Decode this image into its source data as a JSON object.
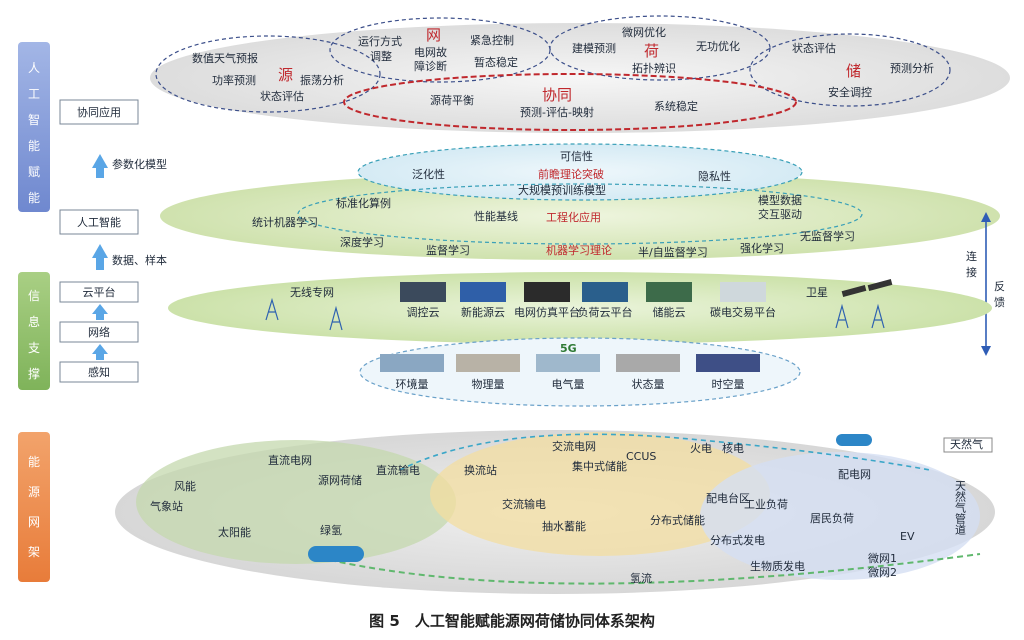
{
  "side_labels": {
    "ai": [
      "人",
      "工",
      "智",
      "能",
      "赋",
      "能"
    ],
    "info": [
      "信",
      "息",
      "支",
      "撑"
    ],
    "energy": [
      "能",
      "源",
      "网",
      "架"
    ]
  },
  "boxes": {
    "coop_app": "协同应用",
    "ai": "人工智能",
    "cloud": "云平台",
    "network": "网络",
    "sensing": "感知"
  },
  "arrow_labels": {
    "param_model": "参数化模型",
    "data_sample": "数据、样本"
  },
  "feedback": {
    "connect": [
      "连",
      "接"
    ],
    "feedback": [
      "反",
      "馈"
    ]
  },
  "top_layer": {
    "source": {
      "title": "源",
      "items": [
        "数值天气预报",
        "功率预测",
        "振荡分析",
        "状态评估"
      ]
    },
    "grid": {
      "title": "网",
      "items": [
        "运行方式",
        "调整",
        "电网故",
        "障诊断",
        "紧急控制",
        "暂态稳定"
      ]
    },
    "load": {
      "title": "荷",
      "items": [
        "微网优化",
        "建模预测",
        "无功优化",
        "拓扑辨识"
      ]
    },
    "storage": {
      "title": "储",
      "items": [
        "状态评估",
        "预测分析",
        "安全调控"
      ]
    },
    "coop": {
      "title": "协同",
      "items": [
        "源荷平衡",
        "预测-评估-映射",
        "系统稳定"
      ]
    }
  },
  "ai_layer": {
    "frontier": [
      "可信性",
      "前瞻理论突破",
      "泛化性",
      "隐私性",
      "大规模预训练模型"
    ],
    "engineering": [
      "标准化算例",
      "性能基线",
      "工程化应用",
      "模型数据",
      "交互驱动"
    ],
    "ml": [
      "统计机器学习",
      "深度学习",
      "监督学习",
      "机器学习理论",
      "半/自监督学习",
      "强化学习",
      "无监督学习"
    ]
  },
  "cloud_layer": {
    "wireless": "无线专网",
    "satellite": "卫星",
    "items": [
      "调控云",
      "新能源云",
      "电网仿真平台",
      "负荷云平台",
      "储能云",
      "碳电交易平台"
    ],
    "fiveg": "5G"
  },
  "sensing_layer": {
    "items": [
      "环境量",
      "物理量",
      "电气量",
      "状态量",
      "时空量"
    ]
  },
  "energy_layer": {
    "labels": [
      "直流电网",
      "风能",
      "源网荷储",
      "气象站",
      "太阳能",
      "直流输电",
      "换流站",
      "交流电网",
      "集中式储能",
      "CCUS",
      "火电",
      "核电",
      "交流输电",
      "抽水蓄能",
      "分布式储能",
      "配电台区",
      "配电网",
      "工业负荷",
      "居民负荷",
      "分布式发电",
      "EV",
      "生物质发电",
      "微网1",
      "微网2",
      "绿氢",
      "氢流",
      "天然气",
      "天然气管道"
    ]
  },
  "caption": "图 5　人工智能赋能源网荷储协同体系架构"
}
